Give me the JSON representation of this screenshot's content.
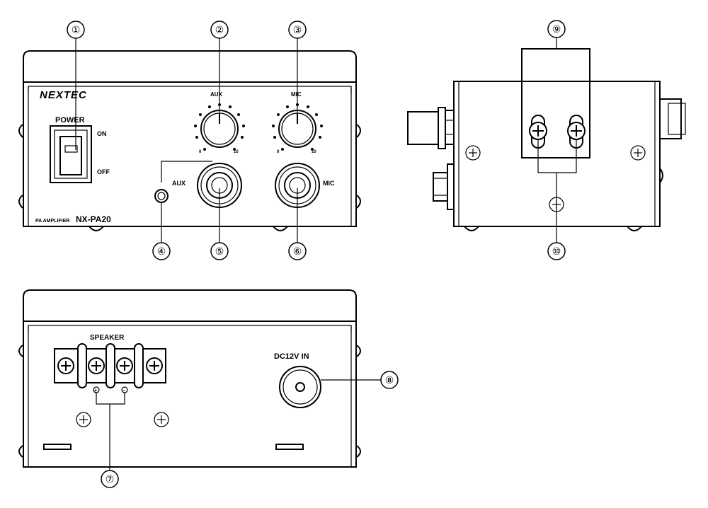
{
  "front": {
    "brand": "NEXTEC",
    "power_label": "POWER",
    "on_label": "ON",
    "off_label": "OFF",
    "model_prefix": "PA AMPLIFIER",
    "model": "NX-PA20",
    "aux_knob_label": "AUX",
    "mic_knob_label": "MIC",
    "scale_min": "0",
    "scale_max": "10",
    "aux_jack_label": "AUX",
    "mic_jack_label": "MIC"
  },
  "rear": {
    "speaker_label": "SPEAKER",
    "dc_label": "DC12V  IN",
    "plus_sign": "+",
    "minus_sign": "−"
  },
  "callouts": [
    "①",
    "②",
    "③",
    "④",
    "⑤",
    "⑥",
    "⑦",
    "⑧",
    "⑨",
    "⑩"
  ]
}
